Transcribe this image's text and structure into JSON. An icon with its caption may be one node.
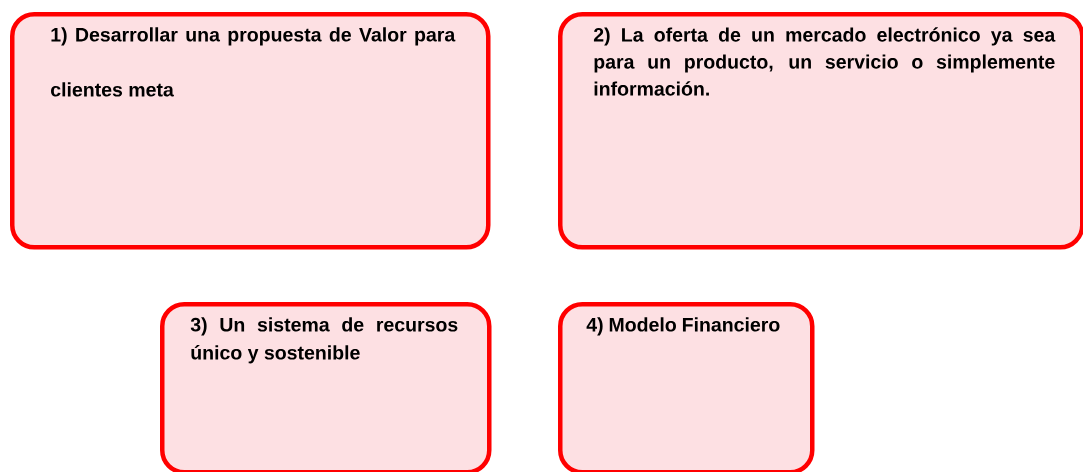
{
  "diagram": {
    "nodes": [
      {
        "text": [
          "1) Desarrollar una propuesta de Valor para clientes meta"
        ]
      },
      {
        "text": [
          "2) La oferta de un mercado electrónico ya sea para un producto, un servicio o simplemente información."
        ]
      },
      {
        "text": [
          "3) Un sistema de recursos único y sostenible"
        ]
      },
      {
        "text": [
          "4) Modelo Financiero"
        ]
      }
    ]
  }
}
